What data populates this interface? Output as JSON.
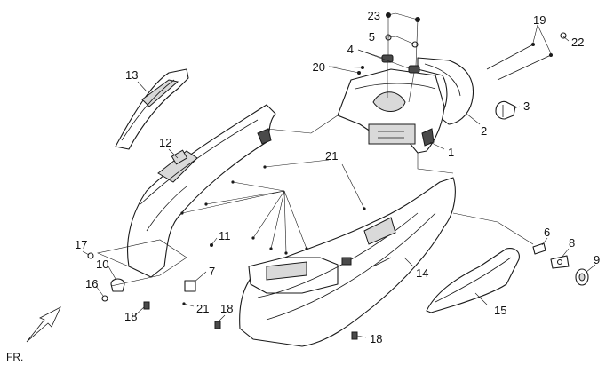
{
  "callouts": {
    "c1": "1",
    "c2": "2",
    "c3": "3",
    "c4": "4",
    "c5": "5",
    "c6": "6",
    "c7": "7",
    "c8": "8",
    "c9": "9",
    "c10": "10",
    "c11": "11",
    "c12": "12",
    "c13": "13",
    "c14": "14",
    "c15": "15",
    "c16": "16",
    "c17": "17",
    "c18a": "18",
    "c18b": "18",
    "c18c": "18",
    "c19": "19",
    "c20": "20",
    "c21a": "21",
    "c21b": "21",
    "c22": "22",
    "c23": "23"
  },
  "direction_label": "FR."
}
